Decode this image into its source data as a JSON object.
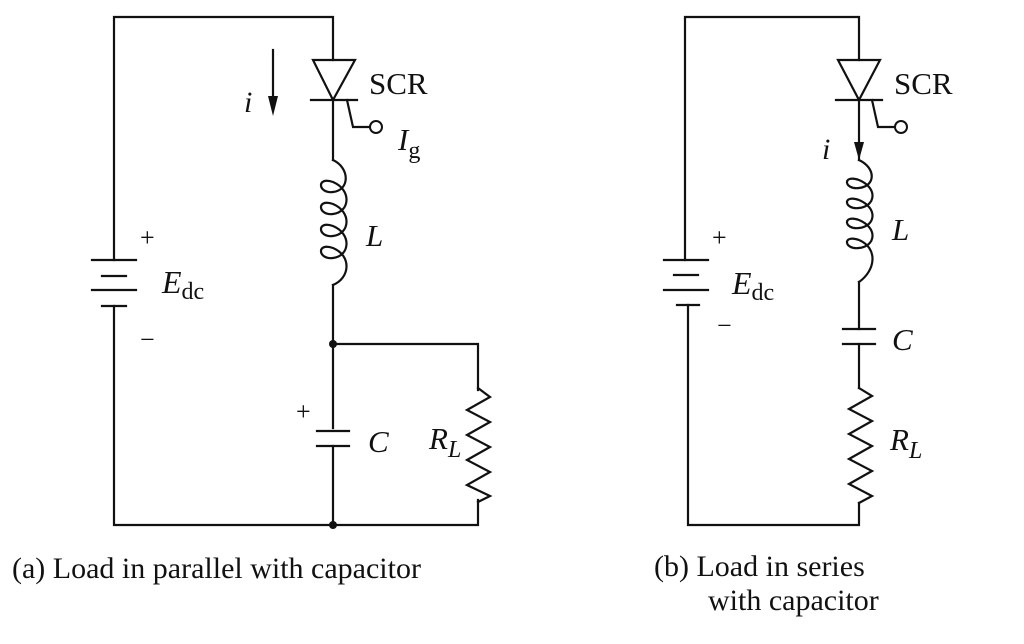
{
  "figure": {
    "panels": [
      {
        "id": "a",
        "caption": "(a)  Load in parallel with capacitor",
        "labels": {
          "scr": "SCR",
          "gate_current_main": "I",
          "gate_current_sub": "g",
          "current": "i",
          "inductor": "L",
          "source_main": "E",
          "source_sub": "dc",
          "plus": "+",
          "minus": "−",
          "capacitor": "C",
          "cap_plus": "+",
          "load_main": "R",
          "load_sub": "L"
        },
        "topology": "parallel"
      },
      {
        "id": "b",
        "caption_line1": "(b)  Load in series",
        "caption_line2": "with capacitor",
        "labels": {
          "scr": "SCR",
          "current": "i",
          "inductor": "L",
          "source_main": "E",
          "source_sub": "dc",
          "plus": "+",
          "minus": "−",
          "capacitor": "C",
          "load_main": "R",
          "load_sub": "L"
        },
        "topology": "series"
      }
    ]
  }
}
